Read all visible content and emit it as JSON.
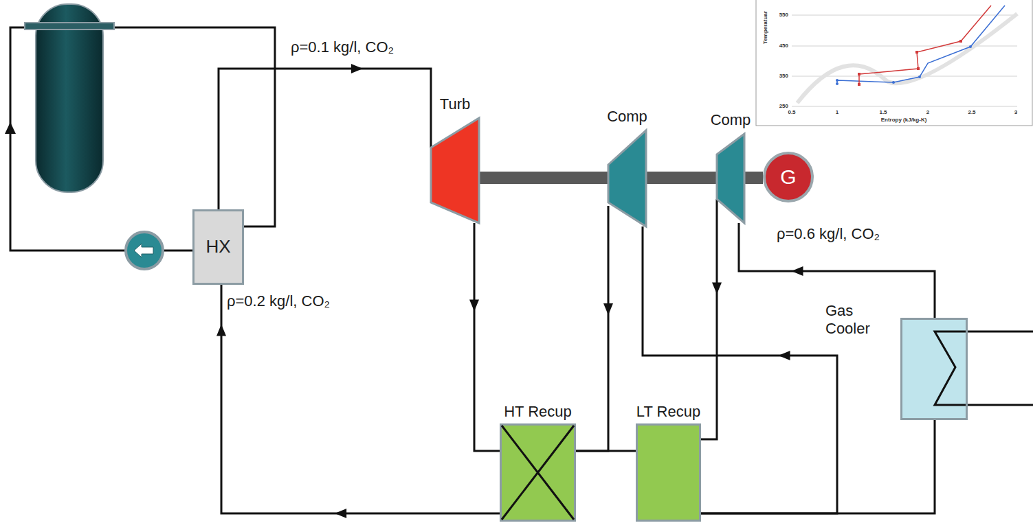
{
  "diagram": {
    "nodes": [
      {
        "text": [
          "HX"
        ]
      },
      {
        "text": [
          "Turb"
        ]
      },
      {
        "text": [
          "Comp"
        ]
      },
      {
        "text": [
          "Comp"
        ]
      },
      {
        "text": [
          "G"
        ]
      },
      {
        "text": [
          "HT Recup"
        ]
      },
      {
        "text": [
          "LT Recup"
        ]
      },
      {
        "text": [
          "Gas Cooler"
        ]
      }
    ],
    "edges": [
      {
        "from": 0,
        "to": 1,
        "arrow": "to"
      },
      {
        "from": 1,
        "to": 5,
        "arrow": "to"
      },
      {
        "from": 5,
        "to": 0,
        "arrow": "to"
      },
      {
        "from": 2,
        "to": 5,
        "arrow": "to"
      },
      {
        "from": 5,
        "to": 6,
        "arrow": "none"
      },
      {
        "from": 3,
        "to": 6,
        "arrow": "to"
      },
      {
        "from": 6,
        "to": 7,
        "arrow": "none"
      },
      {
        "from": 6,
        "to": 2,
        "arrow": "to"
      },
      {
        "from": 7,
        "to": 3,
        "arrow": "to"
      },
      {
        "from": 1,
        "to": 2,
        "arrow": "none"
      },
      {
        "from": 2,
        "to": 3,
        "arrow": "none"
      },
      {
        "from": 3,
        "to": 4,
        "arrow": "none"
      }
    ],
    "labels": [
      "ρ=0.1 kg/l, CO₂",
      "ρ=0.2 kg/l, CO₂",
      "ρ=0.6 kg/l, CO₂",
      "550",
      "450",
      "350",
      "250",
      "0.5",
      "1",
      "1.5",
      "2",
      "2.5",
      "3",
      "Entropy (kJ/kg-K)",
      "Temperatuar"
    ]
  }
}
